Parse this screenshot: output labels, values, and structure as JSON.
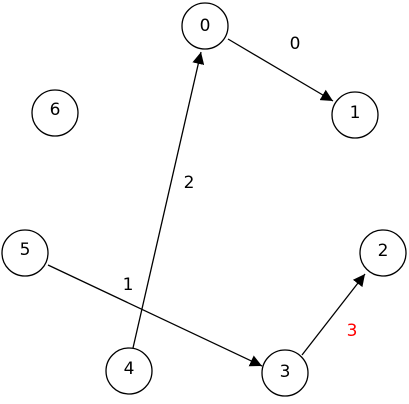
{
  "graph": {
    "nodes": [
      {
        "id": "0",
        "label": "0"
      },
      {
        "id": "1",
        "label": "1"
      },
      {
        "id": "2",
        "label": "2"
      },
      {
        "id": "3",
        "label": "3"
      },
      {
        "id": "4",
        "label": "4"
      },
      {
        "id": "5",
        "label": "5"
      },
      {
        "id": "6",
        "label": "6"
      }
    ],
    "edges": [
      {
        "from": "0",
        "to": "1",
        "label": "0",
        "color": "#000000"
      },
      {
        "from": "5",
        "to": "3",
        "label": "1",
        "color": "#000000"
      },
      {
        "from": "4",
        "to": "0",
        "label": "2",
        "color": "#000000"
      },
      {
        "from": "3",
        "to": "2",
        "label": "3",
        "color": "#ff0000"
      }
    ]
  }
}
